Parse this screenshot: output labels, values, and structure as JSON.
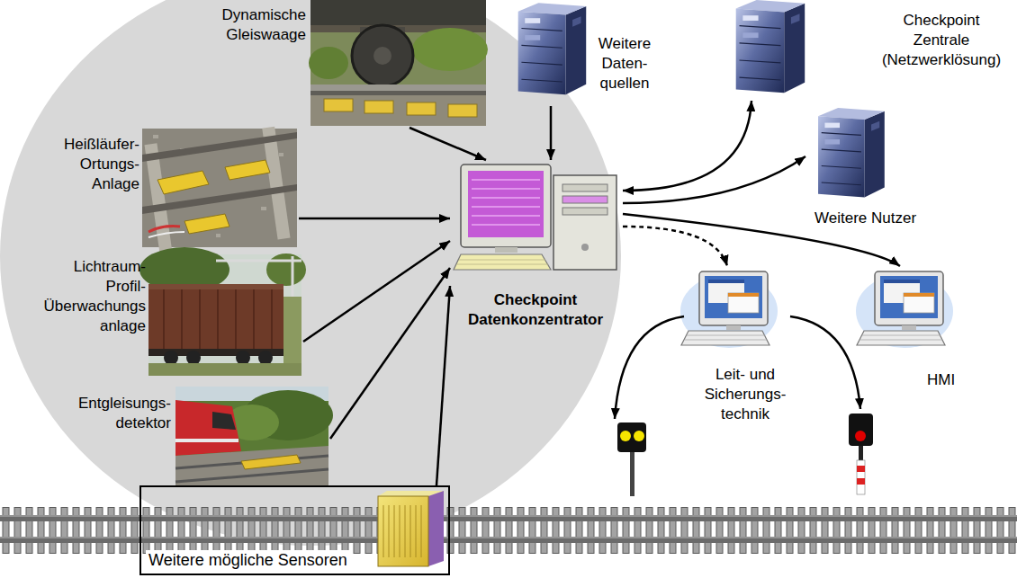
{
  "diagram": {
    "nodes": [
      {
        "text": [
          "Dynamische Gleiswaage"
        ]
      },
      {
        "text": [
          "Heißläufer- Ortungs- Anlage"
        ]
      },
      {
        "text": [
          "Lichtraum- Profil- Überwachungs anlage"
        ]
      },
      {
        "text": [
          "Entgleisungs- detektor"
        ]
      },
      {
        "text": [
          "Weitere mögliche Sensoren"
        ]
      },
      {
        "text": [
          "Weitere Daten- quellen"
        ]
      },
      {
        "text": [
          "Checkpoint Datenkonzentrator"
        ]
      },
      {
        "text": [
          "Checkpoint Zentrale (Netzwerklösung)"
        ]
      },
      {
        "text": [
          "Weitere Nutzer"
        ]
      },
      {
        "text": [
          "Leit- und Sicherungs- technik"
        ]
      },
      {
        "text": [
          "HMI"
        ]
      }
    ],
    "edges": [
      {
        "from": 0,
        "to": 6,
        "arrow": "to"
      },
      {
        "from": 1,
        "to": 6,
        "arrow": "to"
      },
      {
        "from": 2,
        "to": 6,
        "arrow": "to"
      },
      {
        "from": 3,
        "to": 6,
        "arrow": "to"
      },
      {
        "from": 4,
        "to": 6,
        "arrow": "to"
      },
      {
        "from": 5,
        "to": 6,
        "arrow": "to"
      },
      {
        "from": 6,
        "to": 7,
        "arrow": "both"
      },
      {
        "from": 6,
        "to": 8,
        "arrow": "to"
      },
      {
        "from": 6,
        "to": 9,
        "arrow": "to"
      },
      {
        "from": 6,
        "to": 10,
        "arrow": "to"
      }
    ]
  }
}
